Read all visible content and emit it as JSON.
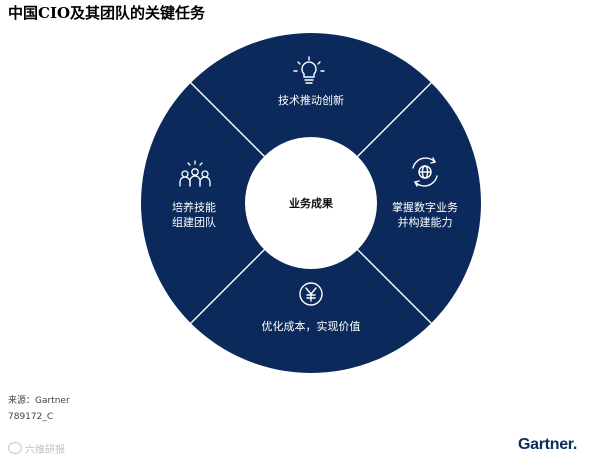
{
  "title": "中国CIO及其团队的关键任务",
  "center": {
    "label": "业务成果"
  },
  "segments": [
    {
      "icon": "lightbulb-icon",
      "lines": [
        "技术推动创新"
      ]
    },
    {
      "icon": "globe-sync-icon",
      "lines": [
        "掌握数字业务",
        "并构建能力"
      ]
    },
    {
      "icon": "yen-coin-icon",
      "lines": [
        "优化成本，实现价值"
      ]
    },
    {
      "icon": "team-icon",
      "lines": [
        "培养技能",
        "组建团队"
      ]
    }
  ],
  "footer": {
    "source": "来源：Gartner",
    "code": "789172_C",
    "watermark": "六维研报",
    "logo": "Gartner"
  },
  "colors": {
    "ring": "#0b2a5b",
    "center": "#ffffff",
    "divider": "#ffffff"
  }
}
